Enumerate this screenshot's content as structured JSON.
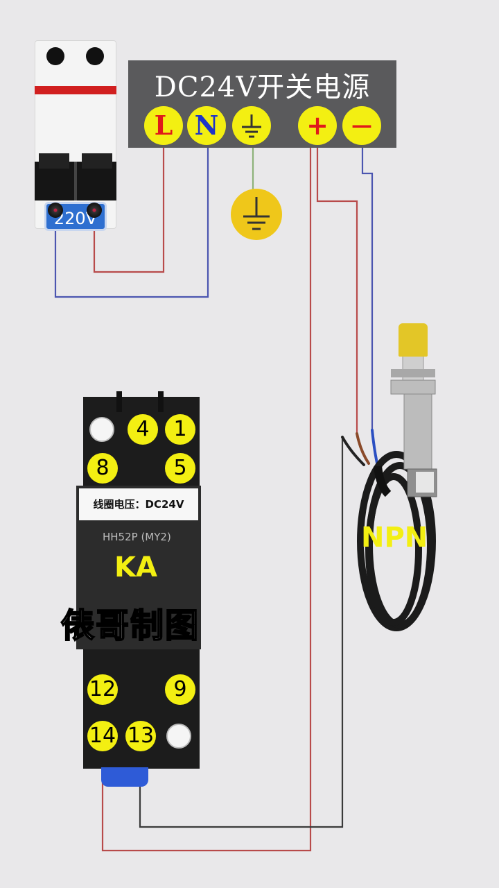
{
  "breaker": {
    "voltage_label": "220V",
    "colors": {
      "band": "#d11f1f",
      "badge": "#2e6fd0"
    }
  },
  "power_supply": {
    "title": "DC24V开关电源",
    "terminals": {
      "l": "L",
      "n": "N",
      "plus": "+",
      "minus": "—"
    },
    "ground_icon": "ground-icon",
    "colors": {
      "terminal": "#f3ef12",
      "body": "#5a5a5c"
    }
  },
  "relay": {
    "coil_label": "线圈电压：DC24V",
    "model": "HH52P (MY2)",
    "tag": "KA",
    "top_pins": [
      "4",
      "1",
      "8",
      "5"
    ],
    "bottom_pins": [
      "12",
      "9",
      "14",
      "13"
    ]
  },
  "sensor": {
    "type_label": "NPN"
  },
  "watermark": "俵哥制图",
  "wire_colors": {
    "red": "#b84a4a",
    "blue": "#4b55b0",
    "green": "#8db27a"
  }
}
